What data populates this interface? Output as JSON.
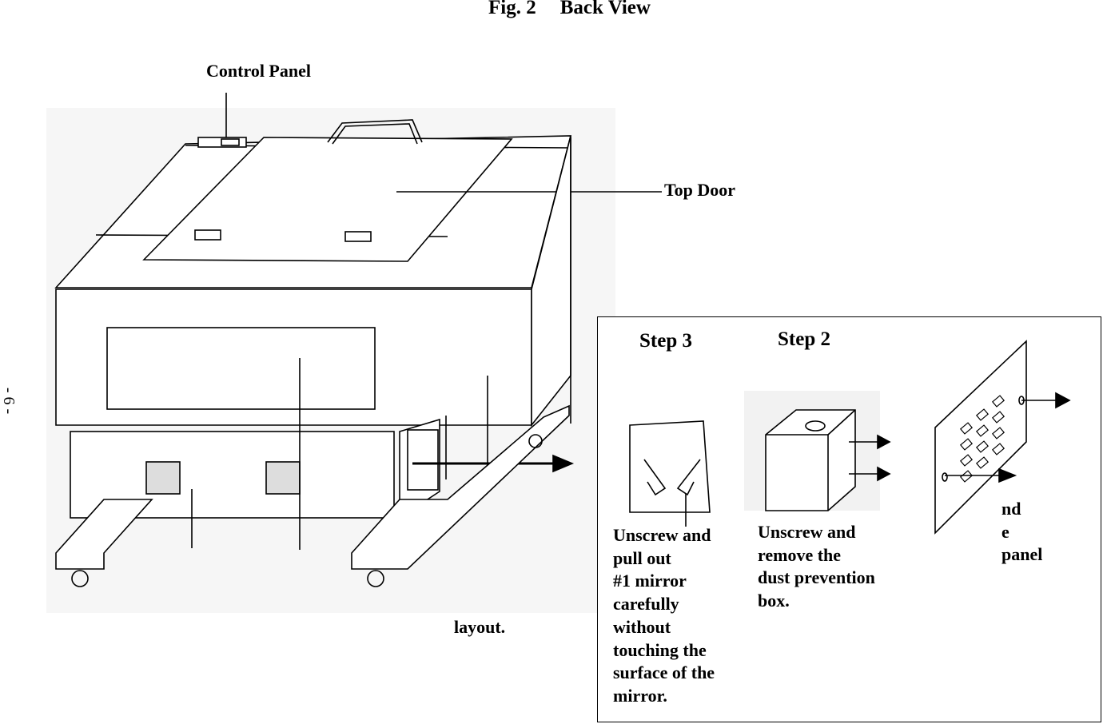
{
  "figure": {
    "number": "Fig. 2",
    "title": "Back View",
    "page_number": "- 6 -",
    "caption_fragment": "layout."
  },
  "callouts": {
    "control_panel": "Control Panel",
    "top_door": "Top Door"
  },
  "steps_panel": {
    "step3": {
      "heading": "Step 3",
      "text": "Unscrew and\npull out\n#1 mirror\ncarefully\nwithout\ntouching the\nsurface of the\nmirror."
    },
    "step2": {
      "heading": "Step 2",
      "text": "Unscrew and\nremove the\ndust prevention\nbox."
    },
    "step1_visible_fragment": "nd\ne\npanel"
  },
  "icons": [
    "machine-back-view-drawing",
    "mirror-mount-icon",
    "dust-box-icon",
    "vent-panel-icon",
    "arrow-right-icon"
  ]
}
